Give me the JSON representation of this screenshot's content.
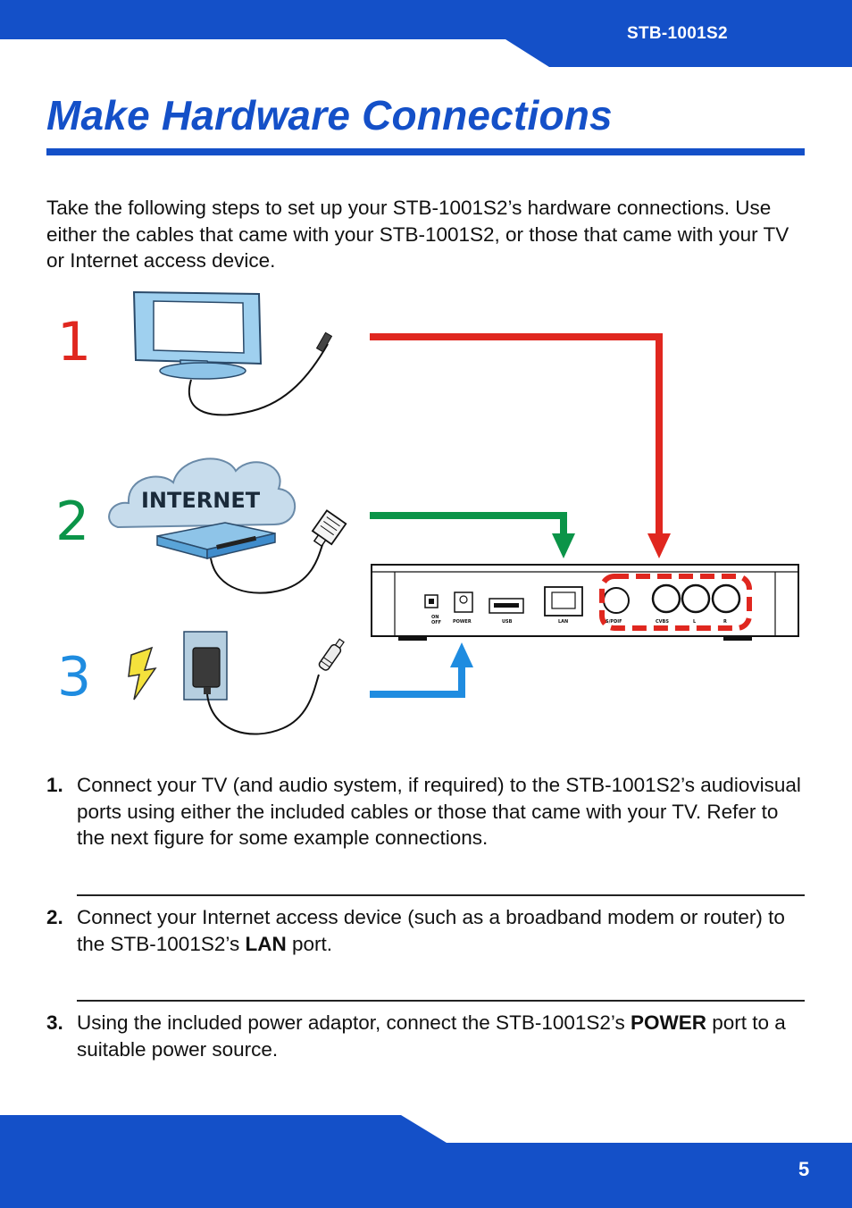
{
  "header": {
    "model": "STB-1001S2"
  },
  "title": "Make Hardware Connections",
  "intro": "Take the following steps to set up your STB-1001S2’s hardware connections. Use either the cables that came with your STB-1001S2, or those that came with your TV or Internet access device.",
  "diagram": {
    "numbers": [
      "1",
      "2",
      "3"
    ],
    "cloud_label": "INTERNET",
    "port_labels": {
      "switch_on": "ON",
      "switch_off": "OFF",
      "power": "POWER",
      "usb": "USB",
      "lan": "LAN",
      "spdif": "S/PDIF",
      "cvbs": "CVBS",
      "left": "L",
      "right": "R"
    },
    "colors": {
      "step1": "#e0271f",
      "step2": "#0b9448",
      "step3": "#1f8ce0",
      "brand": "#1450c8"
    }
  },
  "steps": [
    {
      "number": "1.",
      "text": "Connect your TV (and audio system, if required) to the STB-1001S2’s audiovisual ports using either the included cables or those that came with your TV. Refer to the next figure for some example connections."
    },
    {
      "number": "2.",
      "text_before": "Connect your Internet access device (such as a broadband modem or router) to the STB-1001S2’s ",
      "bold": "LAN",
      "text_after": " port."
    },
    {
      "number": "3.",
      "text_before": "Using the included power adaptor, connect the STB-1001S2’s ",
      "bold": "POWER",
      "text_after": " port to a suitable power source."
    }
  ],
  "footer": {
    "page_number": "5"
  }
}
